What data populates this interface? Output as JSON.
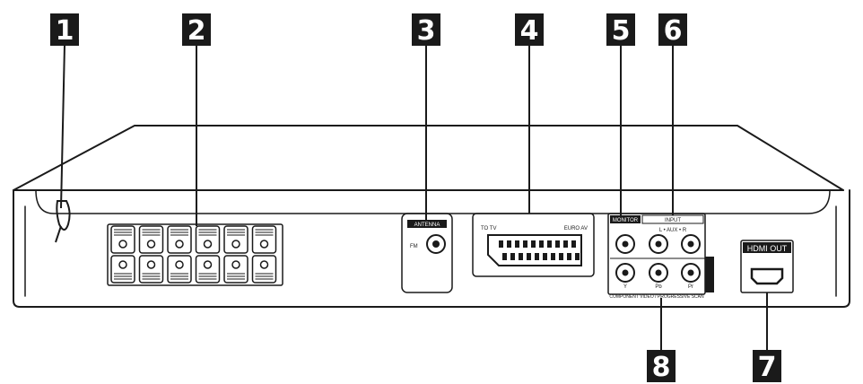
{
  "callouts": [
    {
      "id": "1",
      "label": "1"
    },
    {
      "id": "2",
      "label": "2"
    },
    {
      "id": "3",
      "label": "3"
    },
    {
      "id": "4",
      "label": "4"
    },
    {
      "id": "5",
      "label": "5"
    },
    {
      "id": "6",
      "label": "6"
    },
    {
      "id": "7",
      "label": "7"
    },
    {
      "id": "8",
      "label": "8"
    }
  ],
  "panel_labels": {
    "antenna": "ANTENNA",
    "fm": "FM",
    "scart_left": "TO TV",
    "scart_right": "EURO AV",
    "monitor": "MONITOR",
    "input": "INPUT",
    "input_sub": "L  •  AUX  •  R",
    "component": "COMPONENT VIDEO / PROGRESSIVE SCAN",
    "jack_y": "Y",
    "jack_pb": "Pb",
    "jack_pr": "Pr",
    "hdmi_out": "HDMI OUT"
  },
  "colors": {
    "line": "#1a1a1a",
    "callout_bg": "#1a1a1a",
    "callout_text": "#ffffff"
  }
}
